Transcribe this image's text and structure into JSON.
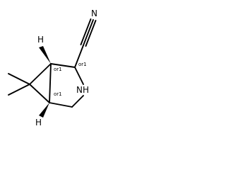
{
  "molecule": {
    "atoms": {
      "nitrile_n": "N",
      "ring_nh": "NH",
      "h_top": "H",
      "h_bottom": "H"
    },
    "stereo_labels": {
      "c2": "or1",
      "c1": "or1",
      "c5": "or1"
    }
  }
}
